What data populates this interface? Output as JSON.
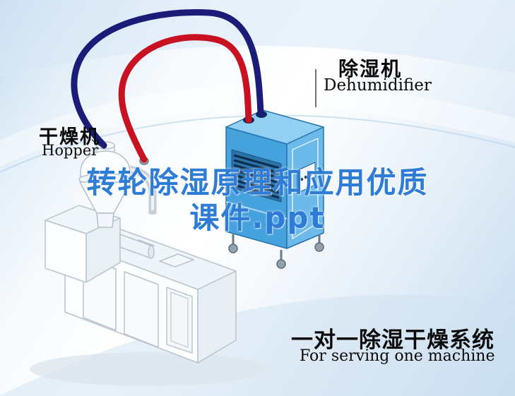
{
  "watermark": {
    "line1": "转轮除湿原理和应用优质",
    "line2": "课件.ppt",
    "color": "#2e7cd6"
  },
  "callouts": {
    "dehumidifier": {
      "cn": "除湿机",
      "en": "Dehumidifier"
    },
    "dryer_hopper": {
      "cn": "干燥机",
      "en": "Hopper"
    },
    "caption": {
      "cn": "一对一除湿干燥系统",
      "en": "For serving one machine"
    }
  },
  "illustration": {
    "colors": {
      "hose_navy": "#1b1b78",
      "hose_red": "#c81222",
      "dehumidifier_front": "#46a2dd",
      "dehumidifier_side": "#6cbae9",
      "dehumidifier_top": "#93cff1",
      "dehumidifier_outline": "#2474ae",
      "machine_line": "#b7c4d0",
      "background_tint": "#cfe2f3"
    },
    "connections": [
      {
        "hose": "navy",
        "from": "dehumidifier-top",
        "to": "hopper-top"
      },
      {
        "hose": "red",
        "from": "dehumidifier-top",
        "to": "hopper-side"
      }
    ]
  }
}
